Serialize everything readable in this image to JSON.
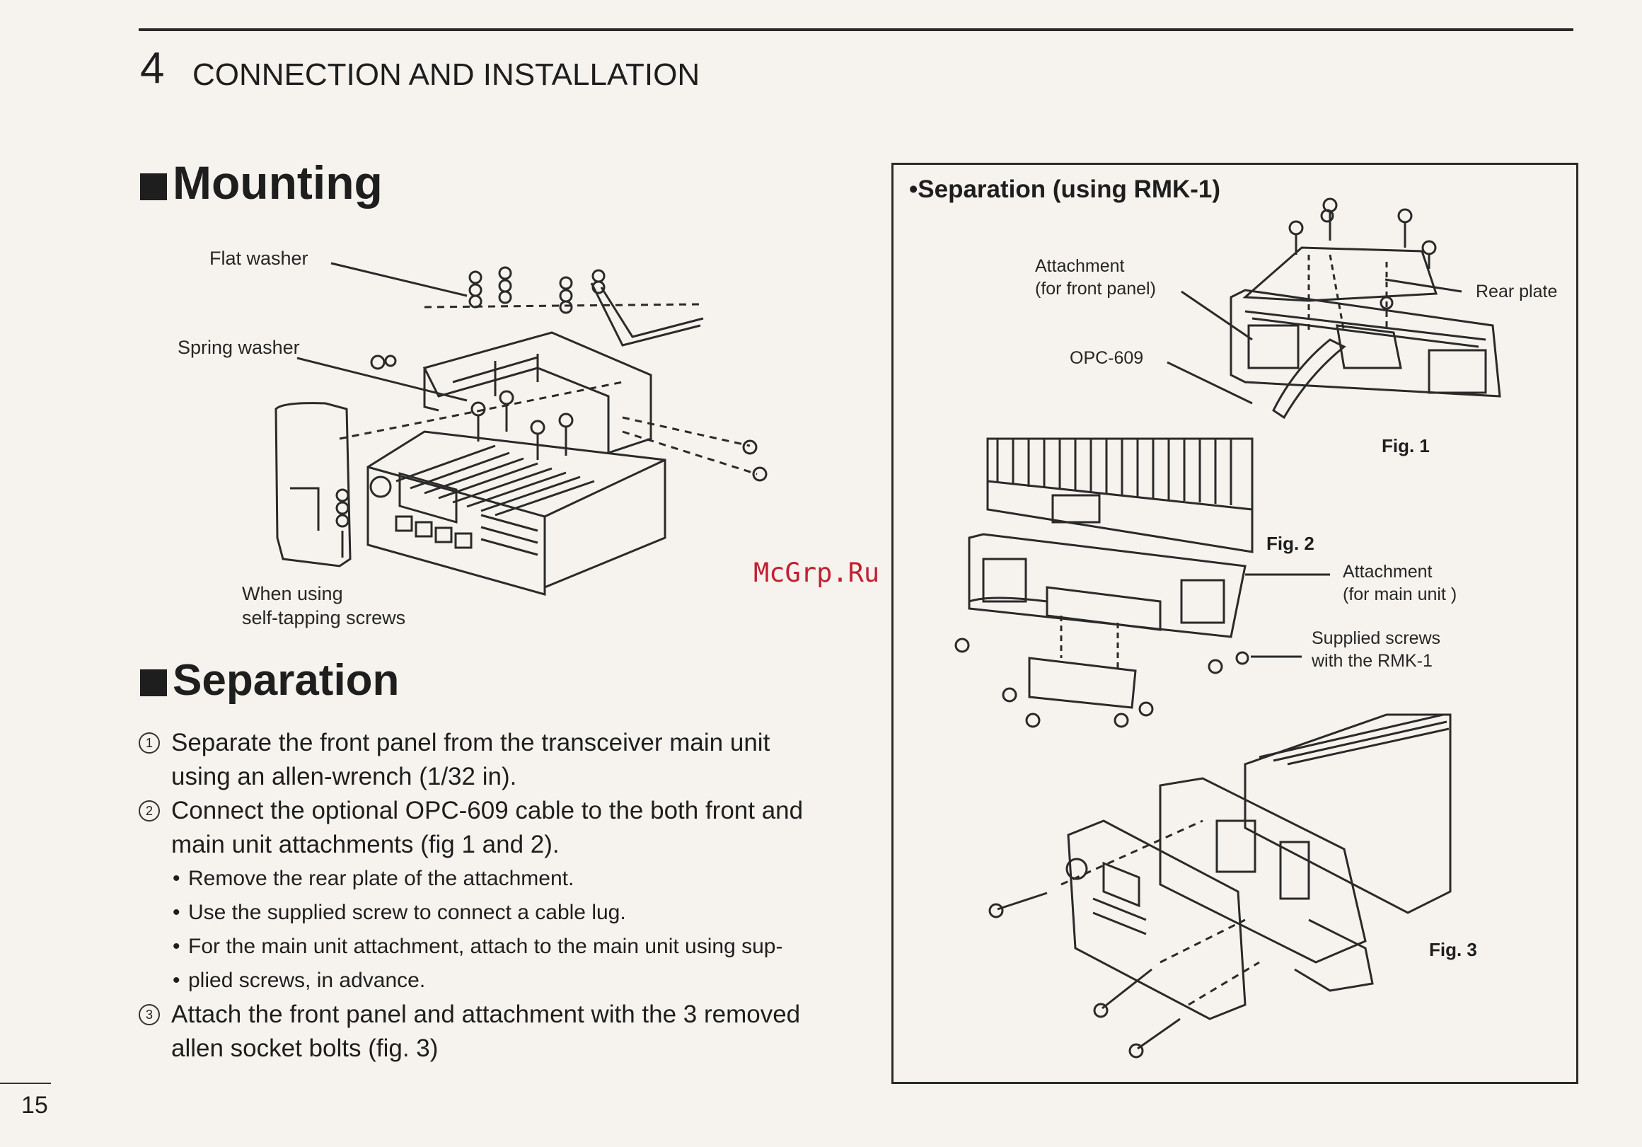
{
  "header": {
    "chapter_number": "4",
    "chapter_title": "CONNECTION AND INSTALLATION"
  },
  "mounting": {
    "heading": "Mounting",
    "labels": {
      "flat_washer": "Flat washer",
      "spring_washer": "Spring washer",
      "self_tap_1": "When using",
      "self_tap_2": "self-tapping screws"
    }
  },
  "separation": {
    "heading": "Separation",
    "steps": [
      {
        "num": "1",
        "line1": "Separate the front panel from the transceiver main unit",
        "line2": "using an allen-wrench (1/32 in)."
      },
      {
        "num": "2",
        "line1": "Connect the optional OPC-609 cable to the both front and",
        "line2": "main unit attachments (fig 1 and 2)."
      },
      {
        "num": "3",
        "line1": "Attach the front panel and attachment with the 3 removed",
        "line2": "allen socket bolts (fig. 3)"
      }
    ],
    "bullets": [
      "Remove the rear plate of the attachment.",
      "Use the supplied screw to connect a cable lug.",
      "For the main unit attachment, attach to the main unit using sup-",
      "plied screws, in advance."
    ]
  },
  "rmk_box": {
    "title": "•Separation (using RMK-1)",
    "labels": {
      "attach_front_1": "Attachment",
      "attach_front_2": "(for front panel)",
      "rear_plate": "Rear plate",
      "opc": "OPC-609",
      "attach_main_1": "Attachment",
      "attach_main_2": "(for main unit )",
      "screws_1": "Supplied screws",
      "screws_2": "with the RMK-1"
    },
    "figures": {
      "fig1": "Fig. 1",
      "fig2": "Fig. 2",
      "fig3": "Fig. 3"
    }
  },
  "watermark": "McGrp.Ru",
  "page_number": "15"
}
